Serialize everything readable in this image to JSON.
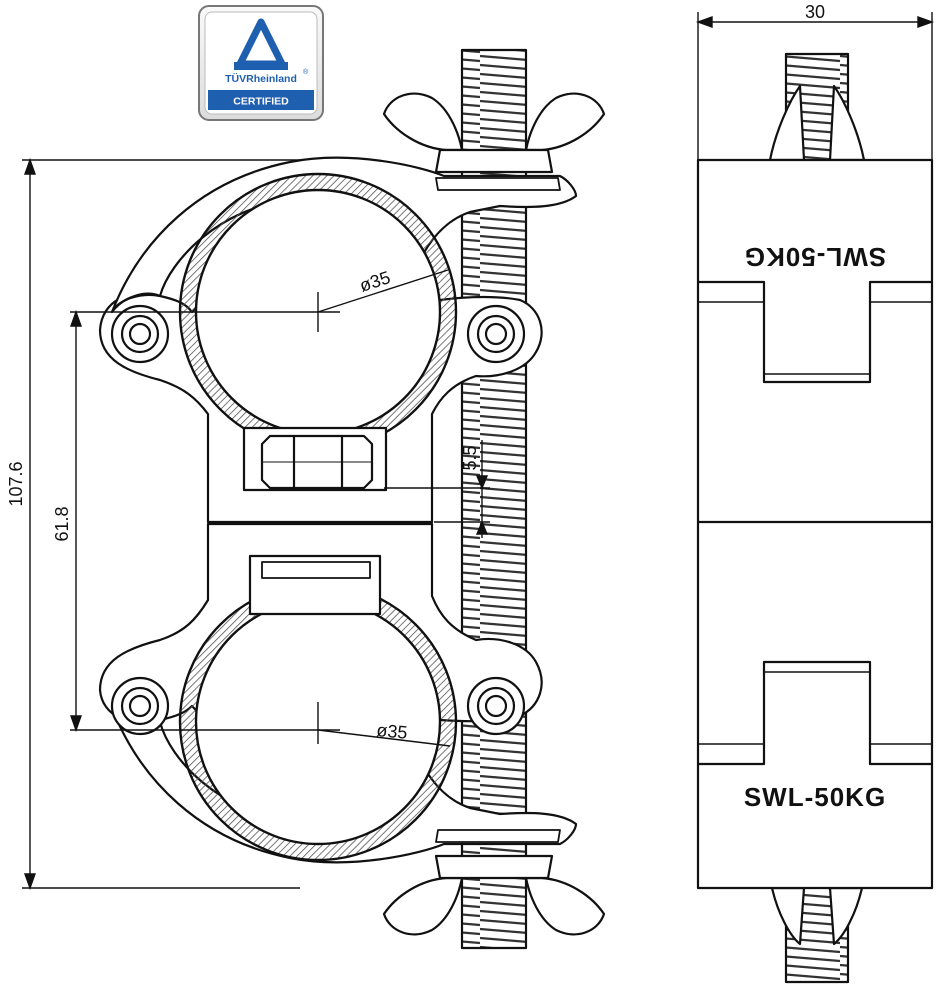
{
  "badge": {
    "brand": "TÜVRheinland",
    "registered": "®",
    "status": "CERTIFIED",
    "blue": "#1f5fb0",
    "frame": "#5a5a5a"
  },
  "dimensions": {
    "overall_height": "107.6",
    "center_distance": "61.8",
    "gap": "5.5",
    "width": "30",
    "tube_top": "ø35",
    "tube_bottom": "ø35"
  },
  "side_view": {
    "label_top": "SWL-50KG",
    "label_bottom": "SWL-50KG"
  },
  "colors": {
    "line": "#111111",
    "hatch": "#555555",
    "fill": "#ffffff"
  }
}
